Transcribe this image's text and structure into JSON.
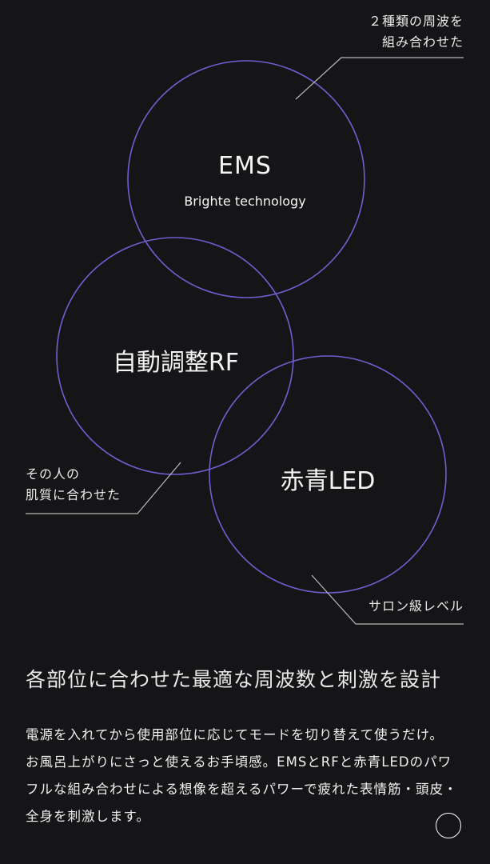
{
  "circles": [
    {
      "title": "EMS",
      "subtitle": "Brighte technology"
    },
    {
      "title": "自動調整RF"
    },
    {
      "title": "赤青LED"
    }
  ],
  "callouts": {
    "top_right": {
      "line1": "２種類の周波を",
      "line2": "組み合わせた"
    },
    "middle_left": {
      "line1": "その人の",
      "line2": "肌質に合わせた"
    },
    "bottom_right": {
      "line1": "サロン級レベル"
    }
  },
  "headline": "各部位に合わせた最適な周波数と刺激を設計",
  "body": {
    "paragraph1": "電源を入れてから使用部位に応じてモードを切り替えて使うだけ。",
    "paragraph2": "お風呂上がりにさっと使えるお手頃感。EMSとRFと赤青LEDのパワフルな組み合わせによる想像を超えるパワーで疲れた表情筋・頭皮・全身を刺激します。"
  },
  "colors": {
    "background": "#151517",
    "circle_stroke": "#6f5fd0",
    "line": "#b9b9b9",
    "text": "#f2f2f2"
  },
  "icons": {
    "scroll_button": "circle-outline-icon"
  }
}
